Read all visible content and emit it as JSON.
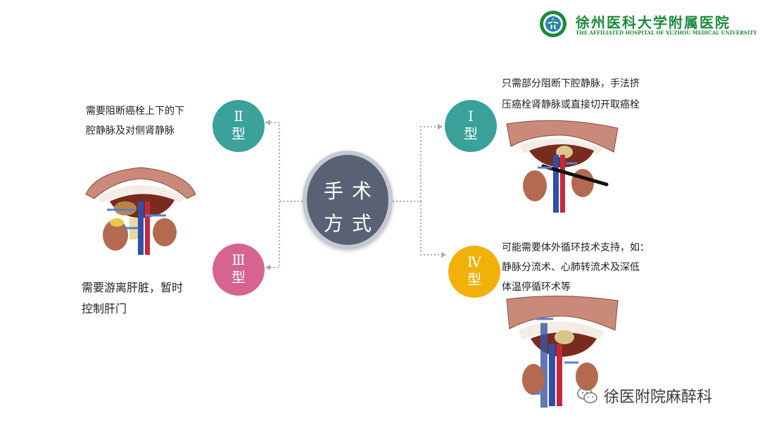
{
  "header": {
    "logo_cn": "徐州医科大学附属医院",
    "logo_en": "THE AFFILIATED HOSPITAL OF XUZHOU MEDICAL UNIVERSITY",
    "logo_icon": "hospital-emblem-icon"
  },
  "center": {
    "line1": "手术",
    "line2": "方式"
  },
  "types": {
    "II": {
      "roman": "Ⅱ",
      "suffix": "型",
      "color": "#3aa19b",
      "desc_line1": "需要阻断癌栓上下的下",
      "desc_line2": "腔静脉及对侧肾静脉"
    },
    "III": {
      "roman": "Ⅲ",
      "suffix": "型",
      "color": "#d6648f",
      "desc_line1": "需要游离肝脏，暂时",
      "desc_line2": "控制肝门"
    },
    "I": {
      "roman": "Ⅰ",
      "suffix": "型",
      "color": "#3aa19b",
      "desc_line1": "只需部分阻断下腔静脉，手法挤",
      "desc_line2": "压癌栓肾静脉或直接切开取癌栓"
    },
    "IV": {
      "roman": "Ⅳ",
      "suffix": "型",
      "color": "#f1b108",
      "desc_line1": "可能需要体外循环技术支持，如：",
      "desc_line2": "静脉分流术、心肺转流术及深低",
      "desc_line3": "体温停循环术等"
    }
  },
  "colors": {
    "center_fill": "#596274",
    "center_ring": "#c5c9d1",
    "connector": "#a9a9a9"
  },
  "watermark": {
    "text": "徐医附院麻醉科",
    "icon": "wechat-icon"
  }
}
